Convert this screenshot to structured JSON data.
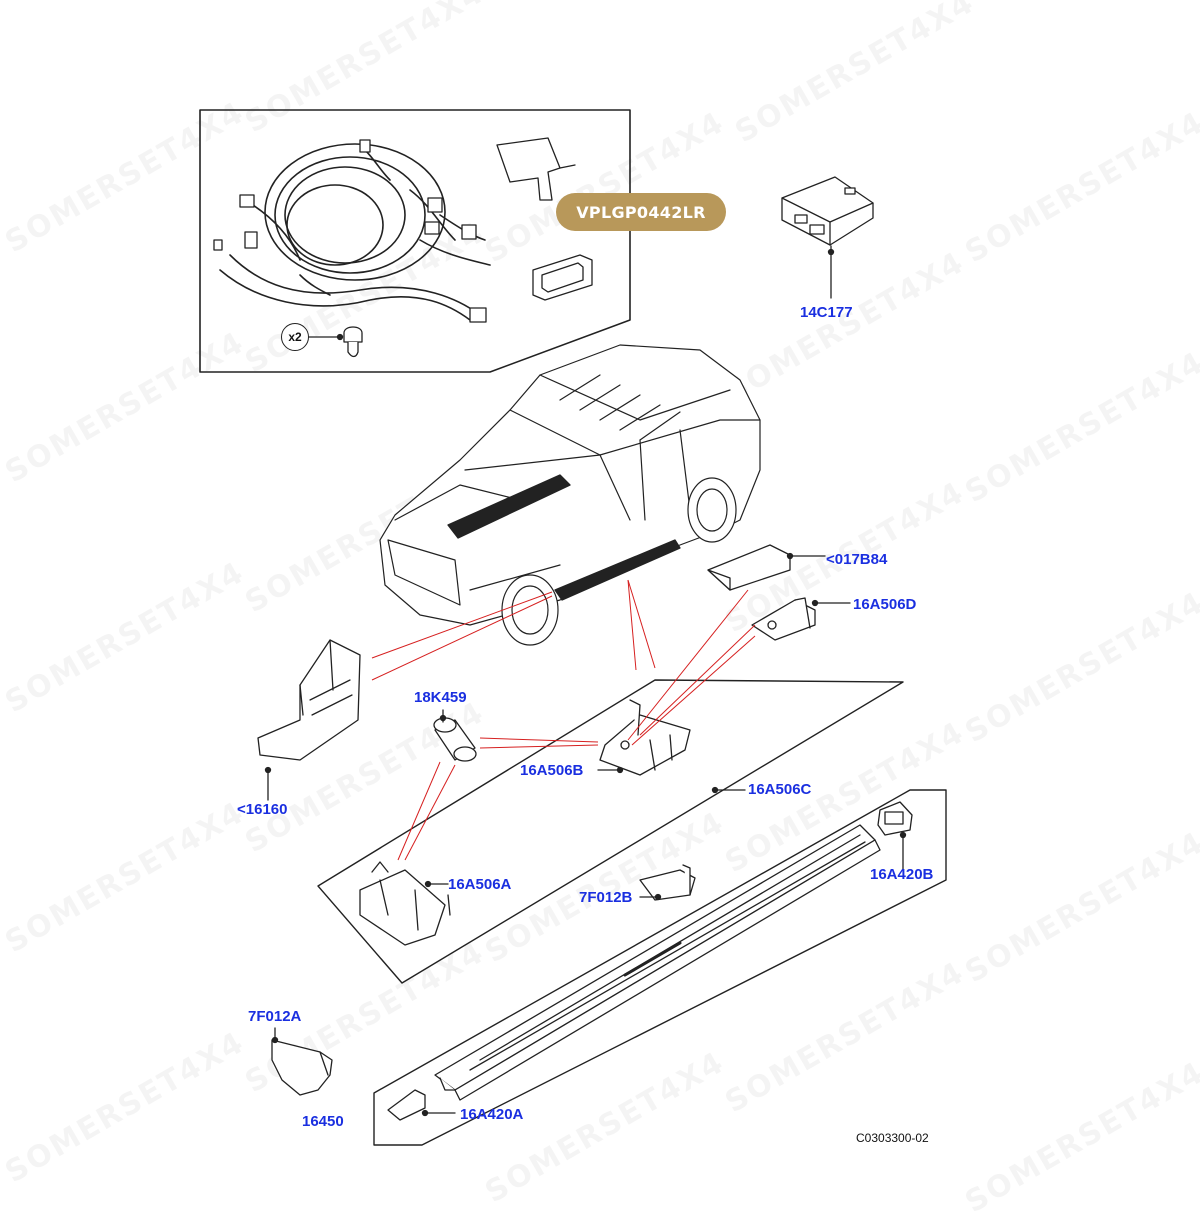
{
  "kit": {
    "code": "VPLGP0442LR"
  },
  "quantity_badge": "x2",
  "labels": {
    "p14C177": "14C177",
    "p017B84": "<017B84",
    "p16A506D": "16A506D",
    "p18K459": "18K459",
    "p16A506B": "16A506B",
    "p16A506C": "16A506C",
    "p16160": "<16160",
    "p16A506A": "16A506A",
    "p7F012B": "7F012B",
    "p16A420B": "16A420B",
    "p7F012A": "7F012A",
    "p16450": "16450",
    "p16A420A": "16A420A"
  },
  "diagram_ref": "C0303300-02",
  "watermark": "SOMERSET4X4",
  "colors": {
    "label": "#1a2fe0",
    "leader": "#d62020",
    "kit_badge": "#b8985a",
    "line": "#222222"
  }
}
